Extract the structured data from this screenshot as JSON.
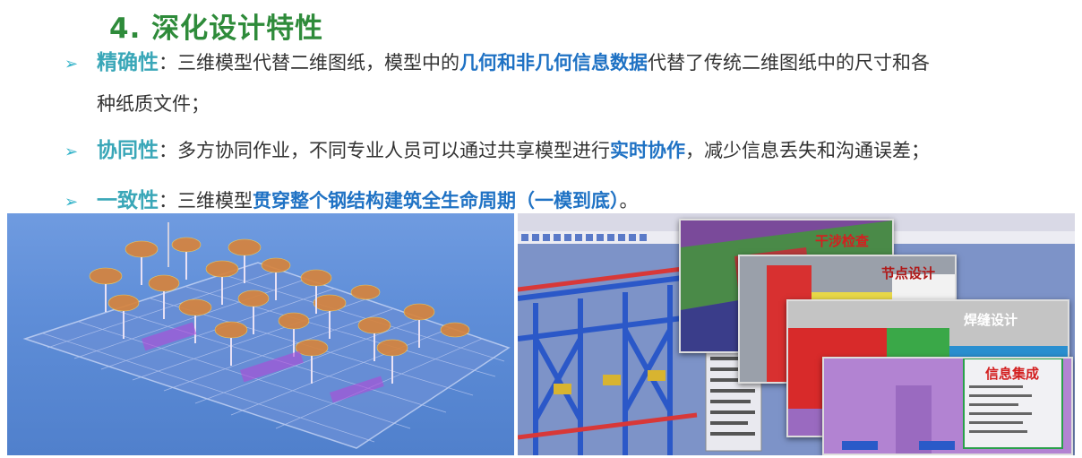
{
  "title": "4. 深化设计特性",
  "bullets": [
    {
      "keyword": "精确性",
      "text_before": "：三维模型代替二维图纸，模型中的",
      "highlight": "几何和非几何信息数据",
      "text_after": "代替了传统二维图纸中的尺寸和各",
      "continuation": "种纸质文件；"
    },
    {
      "keyword": "协同性",
      "text_before": "：多方协同作业，不同专业人员可以通过共享模型进行",
      "highlight": "实时协作",
      "text_after": "，减少信息丢失和沟通误差；"
    },
    {
      "keyword": "一致性",
      "text_before": "：三维模型",
      "highlight": "贯穿整个钢结构建筑全生命周期（一模到底）",
      "text_after": "。"
    }
  ],
  "arrow_glyph": "➢",
  "panels": {
    "clash": "干涉检查",
    "node": "节点设计",
    "weld": "焊缝设计",
    "info": "信息集成"
  },
  "colors": {
    "title": "#2e8b3a",
    "keyword": "#3aa7b8",
    "highlight": "#1f72c4",
    "panel_label": "#d32020"
  }
}
